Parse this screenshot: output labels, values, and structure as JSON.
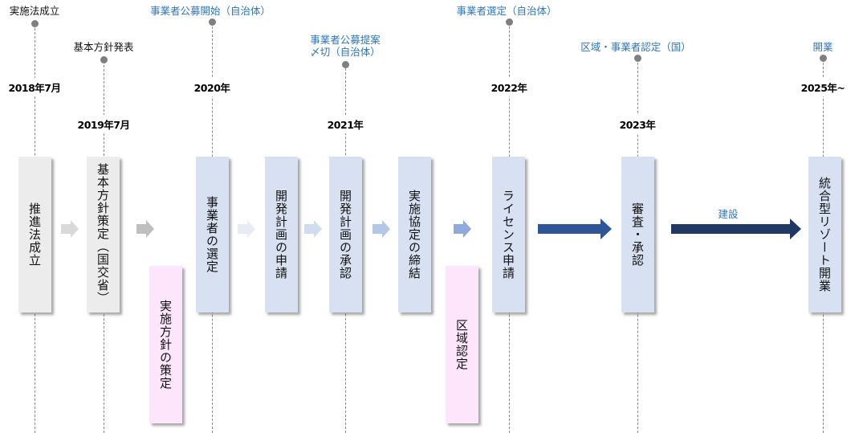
{
  "timeline": [
    {
      "event": "実施法成立",
      "event_color": "black",
      "date": "2018年7月"
    },
    {
      "event": "基本方針発表",
      "event_color": "black",
      "date": "2019年7月"
    },
    {
      "event": "事業者公募開始（自治体）",
      "event_color": "blue",
      "date": "2020年"
    },
    {
      "event": "事業者公募提案\n〆切（自治体）",
      "event_line1": "事業者公募提案",
      "event_line2": "〆切（自治体）",
      "event_color": "blue",
      "date": "2021年"
    },
    {
      "event": "事業者選定（自治体）",
      "event_color": "blue",
      "date": "2022年"
    },
    {
      "event": "区域・事業者認定（国）",
      "event_color": "blue",
      "date": "2023年"
    },
    {
      "event": "開業",
      "event_color": "blue",
      "date": "2025年~"
    }
  ],
  "steps": [
    {
      "label": "推進法成立",
      "style": "gray"
    },
    {
      "label": "基本方針策定（国交省）",
      "style": "gray"
    },
    {
      "label": "実施方針の策定",
      "style": "pink"
    },
    {
      "label": "事業者の選定",
      "style": "blue"
    },
    {
      "label": "開発計画の申請",
      "style": "blue"
    },
    {
      "label": "開発計画の承認",
      "style": "blue"
    },
    {
      "label": "実施協定の締結",
      "style": "blue"
    },
    {
      "label": "区域認定",
      "style": "pink"
    },
    {
      "label": "ライセンス申請",
      "style": "blue"
    },
    {
      "label": "審査・承認",
      "style": "blue"
    },
    {
      "label": "統合型リゾート開業",
      "style": "blue"
    }
  ],
  "arrows": [
    {
      "color": "#d9d9d9"
    },
    {
      "color": "#bfbfbf"
    },
    {
      "color": "#e6ecf6"
    },
    {
      "color": "#d0dcef"
    },
    {
      "color": "#b4c7e7"
    },
    {
      "color": "#8faadc"
    },
    {
      "color": "#2f5597"
    },
    {
      "color": "#203864",
      "label": "建設"
    }
  ],
  "colors": {
    "gray_box": "#ececec",
    "blue_box": "#d7e1f1",
    "pink_box": "#fde6fc",
    "event_blue": "#2e75b6",
    "dot": "#7f7f7f"
  }
}
